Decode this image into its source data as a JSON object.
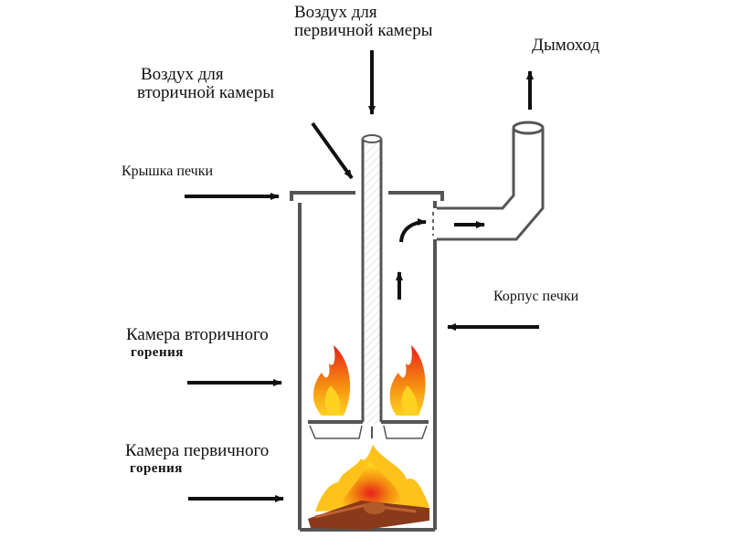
{
  "diagram": {
    "labels": {
      "primary_air": [
        "Воздух для",
        "первичной камеры"
      ],
      "secondary_air": [
        "Воздух для",
        "вторичной камеры"
      ],
      "chimney": "Дымоход",
      "lid": "Крышка печки",
      "body": "Корпус печки",
      "secondary_chamber": [
        "Камера вторичного",
        "горения"
      ],
      "primary_chamber": [
        "Камера первичного",
        "горения"
      ]
    },
    "colors": {
      "wall": "#555555",
      "arrow": "#111111",
      "flame_red": "#e8201a",
      "flame_orange": "#f48a10",
      "flame_yellow": "#ffd21f",
      "wood": "#8a3a1a"
    }
  }
}
